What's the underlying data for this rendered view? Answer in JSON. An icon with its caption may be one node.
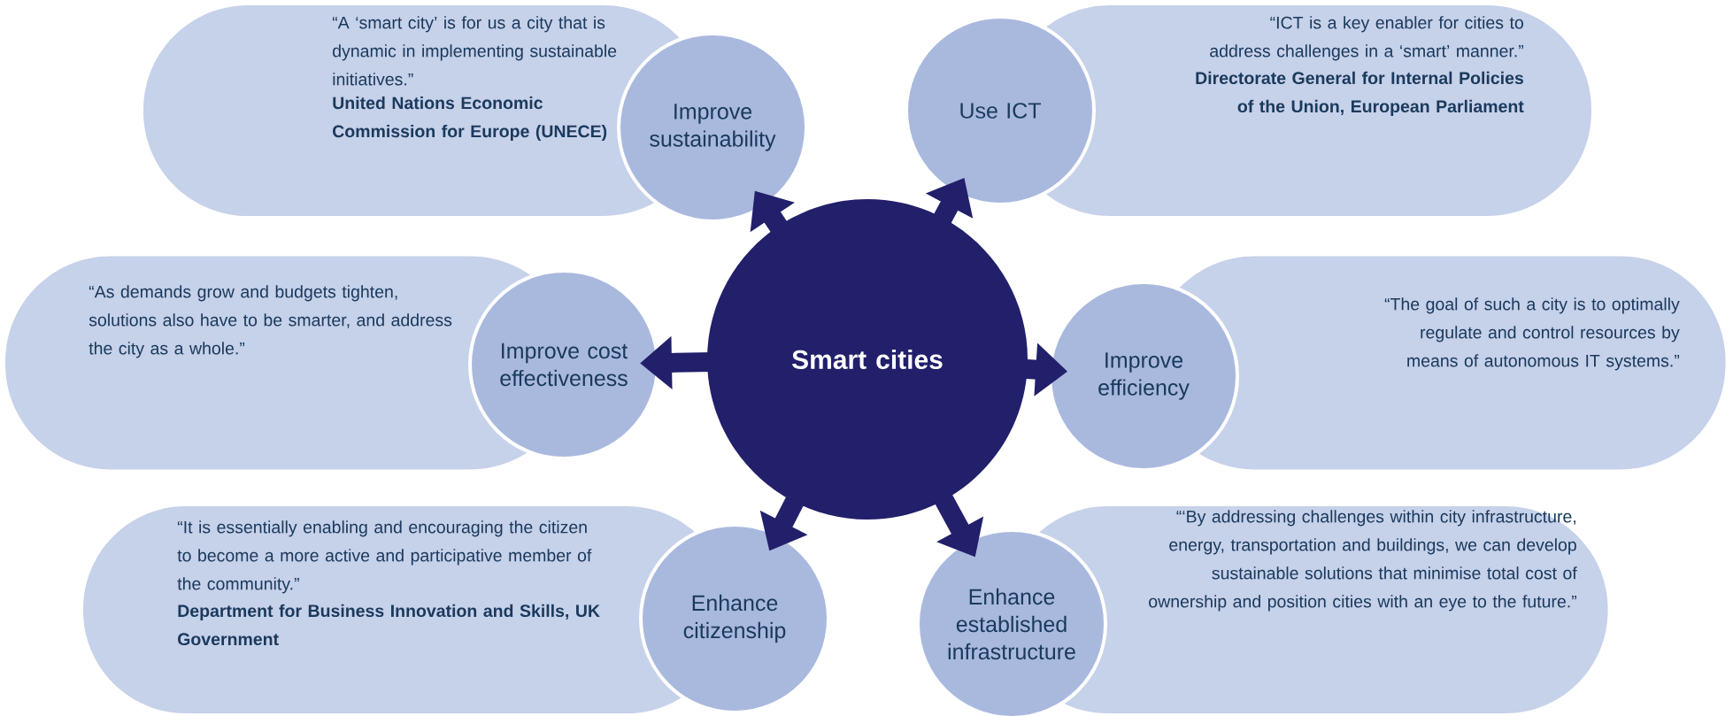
{
  "diagram": {
    "nodes": [
      {
        "text": [
          "“A ‘smart city’ is for us a city that is dynamic in implementing sustainable initiatives.”",
          "United Nations Economic Commission for Europe (UNECE)"
        ]
      },
      {
        "text": [
          "Improve sustainability"
        ]
      },
      {
        "text": [
          "Use ICT"
        ]
      },
      {
        "text": [
          "“ICT is a key enabler for cities to address challenges in a ‘smart’ manner.”",
          "Directorate General for Internal Policies of the Union, European Parliament"
        ]
      },
      {
        "text": [
          "“As demands grow and budgets tighten, solutions also have to be smarter, and address the city as a whole.”"
        ]
      },
      {
        "text": [
          "Improve cost effectiveness"
        ]
      },
      {
        "text": [
          "Smart cities"
        ]
      },
      {
        "text": [
          "Improve efficiency"
        ]
      },
      {
        "text": [
          "“The goal of such a city is to optimally regulate and control resources by means of autonomous IT systems.”"
        ]
      },
      {
        "text": [
          "“It is essentially enabling and encouraging the citizen to become a more active and participative member of the community.”",
          "Department for Business Innovation and Skills, UK Government"
        ]
      },
      {
        "text": [
          "Enhance citizenship"
        ]
      },
      {
        "text": [
          "Enhance established infrastructure"
        ]
      },
      {
        "text": [
          "“‘By addressing challenges within city infrastructure, energy, transportation and buildings, we can develop sustainable solutions that minimise total cost of ownership and position cities with an eye to the future.”"
        ]
      }
    ],
    "edges": [
      {
        "from": 6,
        "to": 1,
        "arrow": "to"
      },
      {
        "from": 6,
        "to": 2,
        "arrow": "to"
      },
      {
        "from": 6,
        "to": 5,
        "arrow": "to"
      },
      {
        "from": 6,
        "to": 7,
        "arrow": "to"
      },
      {
        "from": 6,
        "to": 10,
        "arrow": "to"
      },
      {
        "from": 6,
        "to": 11,
        "arrow": "to"
      }
    ]
  }
}
